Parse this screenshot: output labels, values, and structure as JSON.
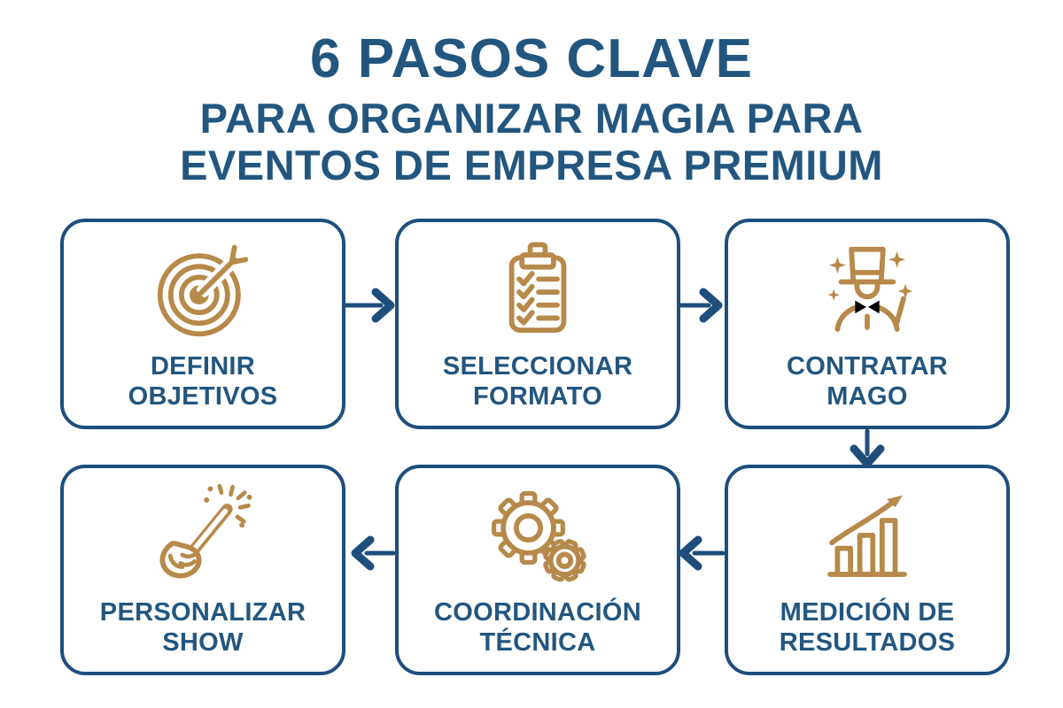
{
  "title": {
    "line1": "6 PASOS CLAVE",
    "line2": "PARA ORGANIZAR MAGIA PARA",
    "line3": "EVENTOS DE EMPRESA PREMIUM"
  },
  "colors": {
    "blue": "#1e4e7c",
    "text_blue": "#23567f",
    "gold": "#b7894a",
    "background": "#ffffff"
  },
  "steps": [
    {
      "order": 1,
      "label": "DEFINIR\nOBJETIVOS",
      "icon": "target-arrow-icon"
    },
    {
      "order": 2,
      "label": "SELECCIONAR\nFORMATO",
      "icon": "clipboard-checklist-icon"
    },
    {
      "order": 3,
      "label": "CONTRATAR\nMAGO",
      "icon": "magician-icon"
    },
    {
      "order": 4,
      "label": "MEDICIÓN DE\nRESULTADOS",
      "icon": "growth-chart-icon"
    },
    {
      "order": 5,
      "label": "COORDINACIÓN\nTÉCNICA",
      "icon": "gears-icon"
    },
    {
      "order": 6,
      "label": "PERSONALIZAR\nSHOW",
      "icon": "magic-wand-hand-icon"
    }
  ],
  "flow_arrows": [
    {
      "from": "DEFINIR OBJETIVOS",
      "to": "SELECCIONAR FORMATO",
      "direction": "right"
    },
    {
      "from": "SELECCIONAR FORMATO",
      "to": "CONTRATAR MAGO",
      "direction": "right"
    },
    {
      "from": "CONTRATAR MAGO",
      "to": "MEDICIÓN DE RESULTADOS",
      "direction": "down"
    },
    {
      "from": "MEDICIÓN DE RESULTADOS",
      "to": "COORDINACIÓN TÉCNICA",
      "direction": "left"
    },
    {
      "from": "COORDINACIÓN TÉCNICA",
      "to": "PERSONALIZAR SHOW",
      "direction": "left"
    }
  ]
}
